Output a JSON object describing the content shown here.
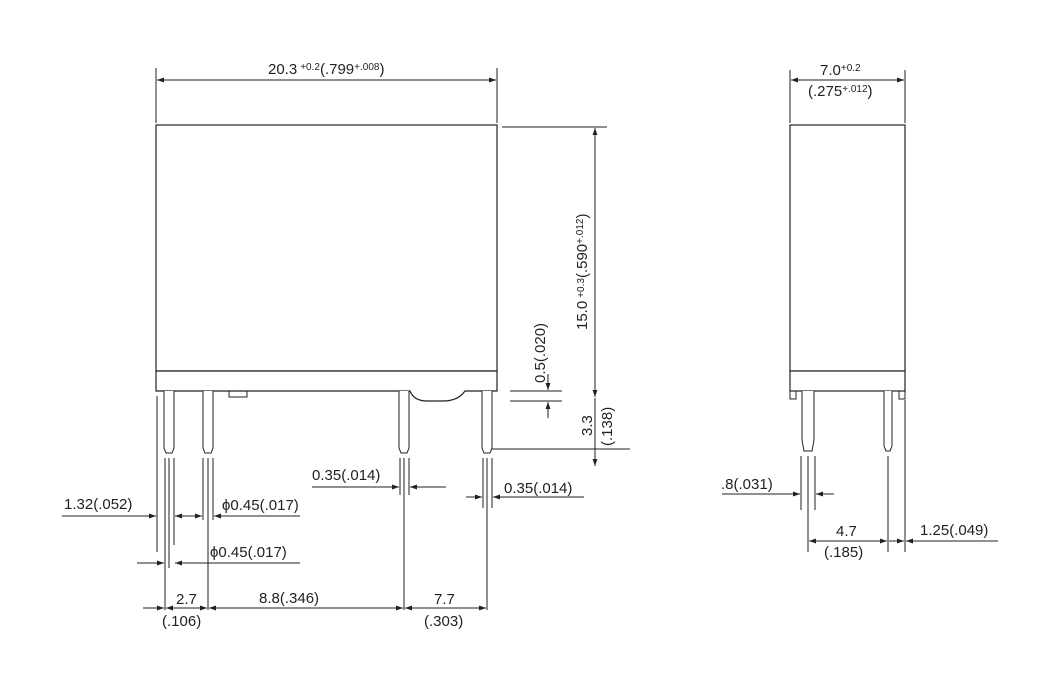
{
  "front_view": {
    "width_value": "20.3",
    "width_tol": "+0.2",
    "width_inch": "(.799",
    "width_inch_tol": "+.008",
    "width_inch_close": ")",
    "height_value": "15.0",
    "height_tol": "+0.3",
    "height_inch": "(.590",
    "height_inch_tol": "+.012",
    "height_inch_close": ")",
    "standoff": "0.5(.020)",
    "pin_length_value": "3.3",
    "pin_length_inch": "(.138)",
    "pin_width_a": "0.35(.014)",
    "pin_width_b": "0.35(.014)",
    "offset": "1.32(.052)",
    "pin_dia_a": "ϕ0.45(.017)",
    "pin_dia_b": "ϕ0.45(.017)",
    "pitch_a_value": "2.7",
    "pitch_a_inch": "(.106)",
    "pitch_b": "8.8(.346)",
    "pitch_c_value": "7.7",
    "pitch_c_inch": "(.303)"
  },
  "side_view": {
    "depth_value": "7.0",
    "depth_tol": "+0.2",
    "depth_inch": "(.275",
    "depth_inch_tol": "+.012",
    "depth_inch_close": ")",
    "pin_thickness": ".8(.031)",
    "pin_spacing_value": "4.7",
    "pin_spacing_inch": "(.185)",
    "pin_offset": "1.25(.049)"
  }
}
